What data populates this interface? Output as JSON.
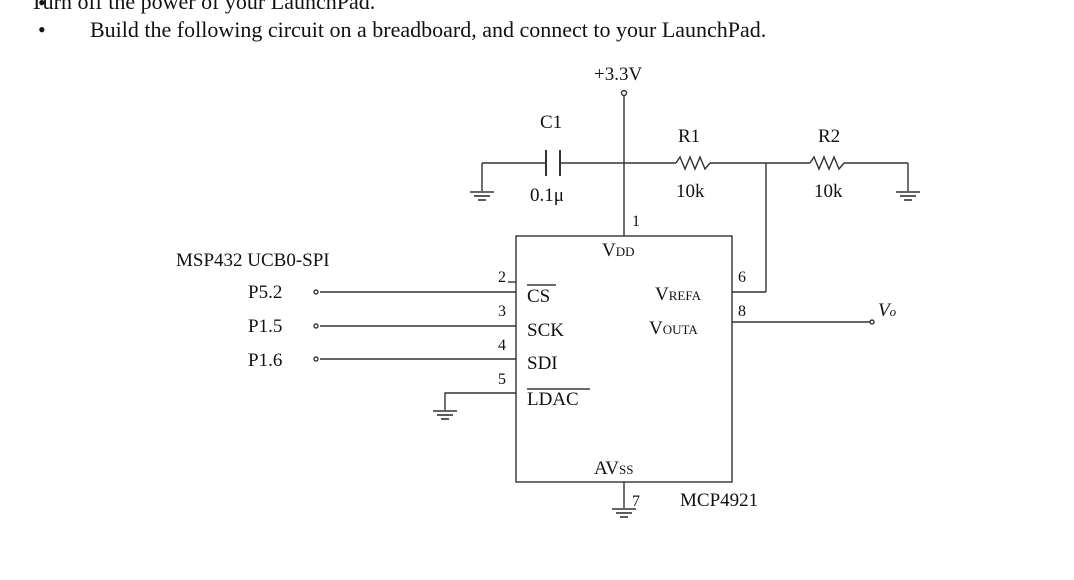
{
  "top_partial_text": "Turn off the power of your LaunchPad.",
  "instruction": "Build the following circuit on a breadboard, and connect to your LaunchPad.",
  "bullet_glyph": "•",
  "circuit": {
    "supply": "+3.3V",
    "c1": {
      "name": "C1",
      "value": "0.1μ"
    },
    "r1": {
      "name": "R1",
      "value": "10k"
    },
    "r2": {
      "name": "R2",
      "value": "10k"
    },
    "mcu_title": "MSP432 UCB0-SPI",
    "mcu_pins": [
      "P5.2",
      "P1.5",
      "P1.6"
    ],
    "chip_name": "MCP4921",
    "vdd_pin": {
      "num": "1",
      "label_main": "V",
      "label_sub": "DD"
    },
    "left_pin_numbers": [
      "2",
      "3",
      "4",
      "5"
    ],
    "left_pin_labels": [
      "CS",
      "SCK",
      "SDI",
      "LDAC"
    ],
    "vrefa": {
      "num": "6",
      "label_main": "V",
      "label_sub": "REFA"
    },
    "vouta": {
      "num": "8",
      "label_main": "V",
      "label_sub": "OUTA"
    },
    "avss": {
      "num": "7",
      "label_main": "AV",
      "label_sub": "SS"
    },
    "output_label_main": "V",
    "output_label_sub": "o"
  }
}
